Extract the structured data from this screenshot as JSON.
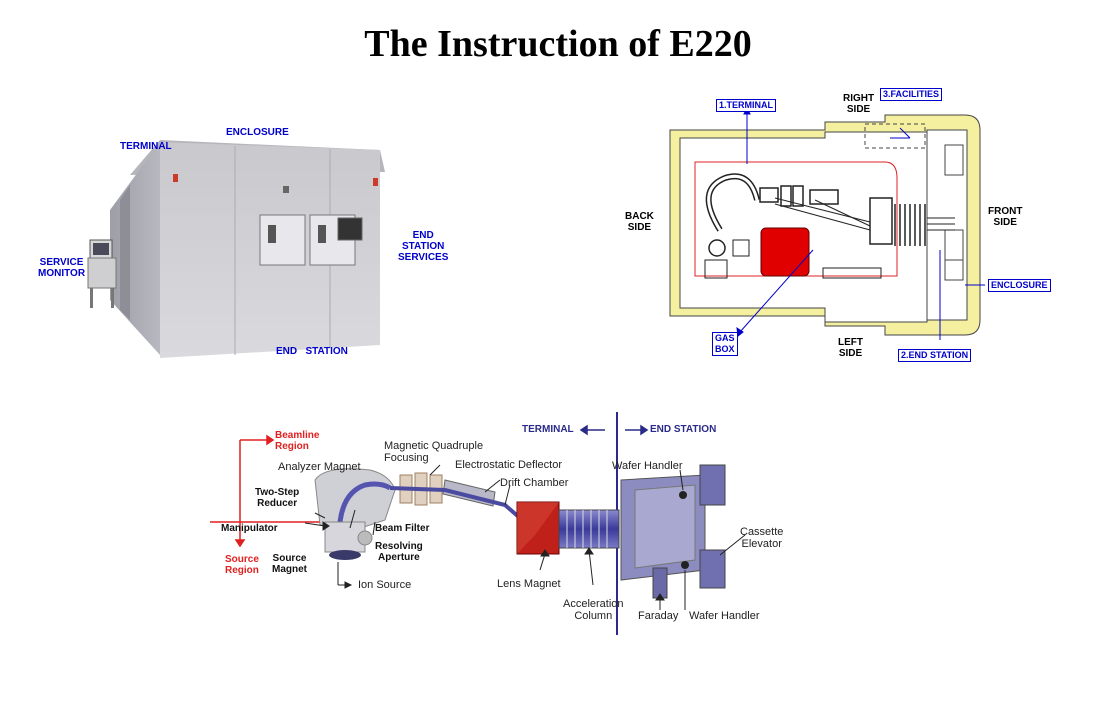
{
  "title": "The Instruction of E220",
  "photo": {
    "terminal": "TERMINAL",
    "enclosure": "ENCLOSURE",
    "service_monitor": "SERVICE\nMONITOR",
    "end_station_services": "END\nSTATION\nSERVICES",
    "end_station": "END   STATION"
  },
  "layout_diagram": {
    "terminal": "1.TERMINAL",
    "right_side": "RIGHT\nSIDE",
    "facilities": "3.FACILITIES",
    "back_side": "BACK\nSIDE",
    "front_side": "FRONT\nSIDE",
    "enclosure": "ENCLOSURE",
    "gas_box": "GAS\nBOX",
    "left_side": "LEFT\nSIDE",
    "end_station": "2.END STATION"
  },
  "beamline": {
    "terminal": "TERMINAL",
    "end_station": "END STATION",
    "beamline_region": "Beamline\nRegion",
    "analyzer_magnet": "Analyzer Magnet",
    "magnetic_quadruple": "Magnetic Quadruple\nFocusing",
    "electrostatic_deflector": "Electrostatic Deflector",
    "drift_chamber": "Drift Chamber",
    "wafer_handler_top": "Wafer Handler",
    "two_step_reducer": "Two-Step\nReducer",
    "manipulator": "Manipulator",
    "beam_filter": "Beam Filter",
    "resolving_aperture": "Resolving\nAperture",
    "source_region": "Source\nRegion",
    "source_magnet": "Source\nMagnet",
    "ion_source": "Ion Source",
    "lens_magnet": "Lens Magnet",
    "acceleration_column": "Acceleration\nColumn",
    "faraday": "Faraday",
    "wafer_handler_bottom": "Wafer Handler",
    "cassette_elevator": "Cassette\nElevator"
  },
  "colors": {
    "label_blue": "#0000cc",
    "region_red": "#e02020",
    "enclosure_yellow": "#f5f0a0",
    "gas_box_red": "#e00000"
  }
}
